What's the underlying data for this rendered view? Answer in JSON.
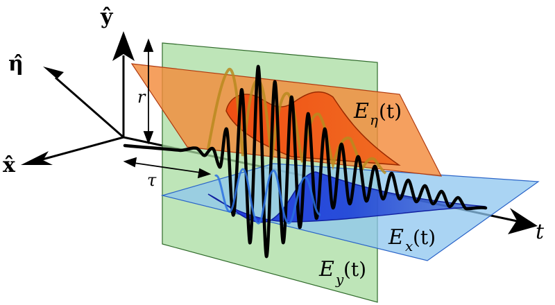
{
  "axes": {
    "y_hat": "ŷ",
    "eta_hat": "η̂",
    "x_hat": "x̂",
    "t": "t"
  },
  "dimensions": {
    "r": "r",
    "tau": "τ"
  },
  "planes": {
    "eta": {
      "label_main": "E",
      "label_sub": "η",
      "label_arg": "(t)",
      "color": "#f38b3c"
    },
    "x": {
      "label_main": "E",
      "label_sub": "x",
      "label_arg": "(t)",
      "color": "#8ec5ef"
    },
    "y": {
      "label_main": "E",
      "label_sub": "y",
      "label_arg": "(t)",
      "color": "#a8dca0"
    }
  },
  "colors": {
    "wave": "#000000",
    "eta_envelope": "#f05a10",
    "x_envelope": "#1530d8",
    "eta_projection": "#b88a1e",
    "x_projection": "#2a70e0"
  }
}
